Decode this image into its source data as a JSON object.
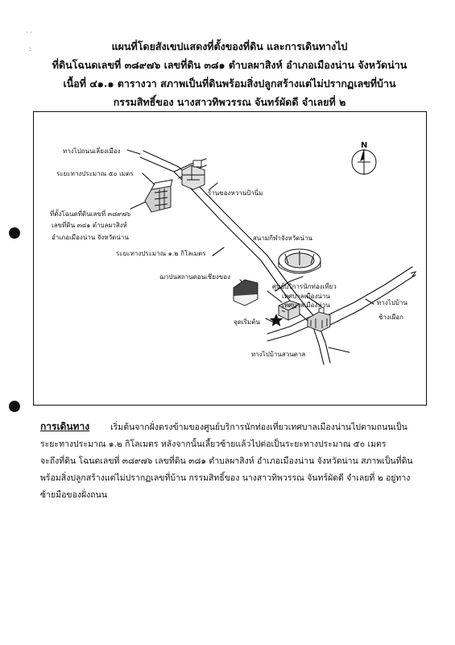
{
  "title": {
    "lines": [
      "แผนที่โดยสังเขปแสดงที่ตั้งของที่ดิน และการเดินทางไป",
      "ที่ดินโฉนดเลขที่ ๓๘๙๗๖ เลขที่ดิน ๓๘๑ ตำบลผาสิงห์ อำเภอเมืองน่าน จังหวัดน่าน",
      "เนื้อที่ ๔๑.๑ ตารางวา สภาพเป็นที่ดินพร้อมสิ่งปลูกสร้างแต่ไม่ปรากฏเลขที่บ้าน",
      "กรรมสิทธิ์ของ นางสาวทิพวรรณ  จันทร์ผัดดี จำเลยที่ ๒"
    ]
  },
  "map": {
    "north_label": "N",
    "labels": {
      "to_bypass": "ทางไปถนนเลี่ยงเมือง",
      "distance_50": "ระยะทางประมาณ ๕๐ เมตร",
      "mango_shop": "ร้านของหวานป้านิ่ม",
      "parcel_line1": "ที่ตั้งโฉนดที่ดินเลขที่ ๓๘๙๗๖",
      "parcel_line2": "เลขที่ดิน ๓๘๑ ตำบลผาสิงห์",
      "parcel_line3": "อำเภอเมืองน่าน จังหวัดน่าน",
      "stadium": "สนามกีฬาจังหวัดน่าน",
      "distance_1_2": "ระยะทางประมาณ ๑.๒ กิโลเมตร",
      "funeral_home": "ฌาปนสถานดอนเชียงของ",
      "tourist_center": "ศูนย์บริการนักท่องเที่ยว",
      "municipality_1": "เทศบาลเมืองน่าน",
      "municipality_2": "เทศบาลเมืองน่าน",
      "to_ban_changphueak_1": "ทางไปบ้าน",
      "to_ban_changphueak_2": "ช้างเผือก",
      "start_point": "จุดเริ่มต้น",
      "to_ban_suantan": "ทางไปบ้านสวนตาล"
    }
  },
  "directions": {
    "heading": "การเดินทาง",
    "lines": [
      "เริ่มต้นจากฝั่งตรงข้ามของศูนย์บริการนักท่องเที่ยวเทศบาลเมืองน่านไปตามถนนเป็น",
      "ระยะทางประมาณ ๑.๒ กิโลเมตร หลังจากนั้นเลี้ยวซ้ายแล้วไปต่อเป็นระยะทางประมาณ ๕๐ เมตร",
      "จะถึงที่ดิน โฉนดเลขที่ ๓๘๙๗๖ เลขที่ดิน ๓๘๑ ตำบลผาสิงห์ อำเภอเมืองน่าน จังหวัดน่าน สภาพเป็นที่ดิน",
      "พร้อมสิ่งปลูกสร้างแต่ไม่ปรากฏเลขที่บ้าน กรรมสิทธิ์ของ นางสาวทิพวรรณ  จันทร์ผัดดี จำเลยที่ ๒ อยู่ทาง",
      "ซ้ายมือของฝั่งถนน"
    ]
  }
}
